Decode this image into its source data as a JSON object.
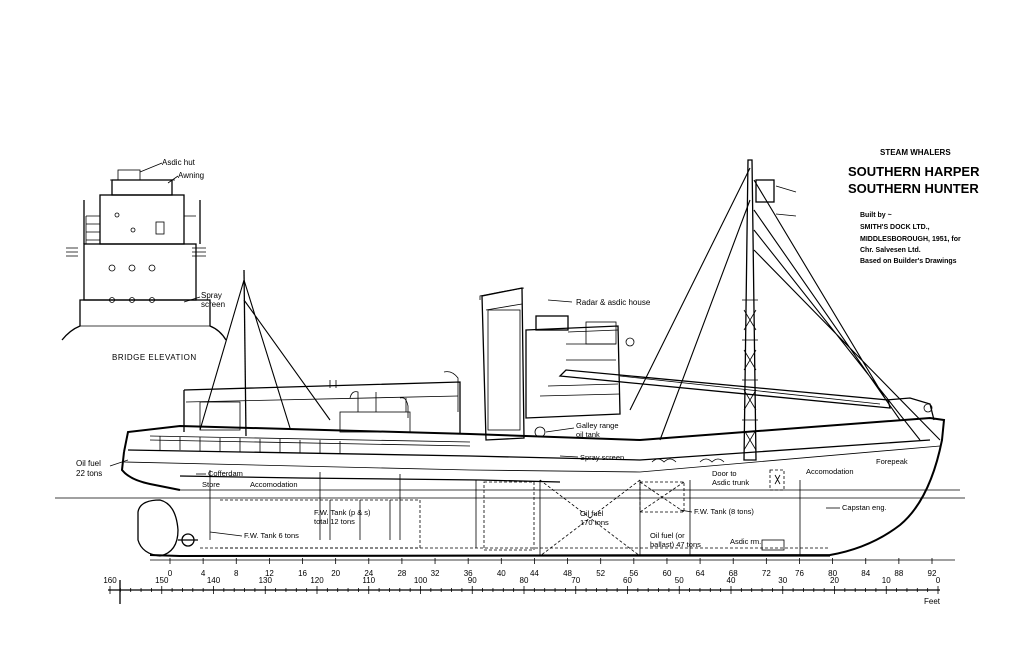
{
  "title_block": {
    "type": "STEAM WHALERS",
    "name_1": "SOUTHERN HARPER",
    "name_2": "SOUTHERN HUNTER",
    "builder_lines": [
      "Built by ~",
      "SMITH'S DOCK LTD.,",
      "MIDDLESBOROUGH, 1951, for",
      "Chr. Salvesen Ltd.",
      "Based on Builder's Drawings"
    ]
  },
  "bridge_elevation": {
    "caption": "BRIDGE ELEVATION",
    "labels": {
      "asdic_hut": "Asdic hut",
      "awning": "Awning",
      "spray_screen": "Spray\nscreen"
    }
  },
  "profile_labels": {
    "radar": "Radar & asdic house",
    "galley": "Galley range\noil tank",
    "spray_screen": "Spray screen",
    "oil_fuel_aft": "Oil fuel\n22 tons",
    "cofferdam": "Cofferdam",
    "store": "Store",
    "accom_aft": "Accomodation",
    "fw_tank_ps": "F.W. Tank (p & s)\ntotal 12 tons",
    "fw_tank_6": "F.W. Tank 6 tons",
    "oil_fuel_mid": "Oil fuel\n170 tons",
    "fw_tank_8": "F.W. Tank (8 tons)",
    "oil_fuel_ballast": "Oil fuel (or\nballast) 47 tons",
    "door": "Door to\nAsdic trunk",
    "accom_fwd": "Accomodation",
    "forepeak": "Forepeak",
    "capstan": "Capstan eng.",
    "asdic_rm": "Asdic rm."
  },
  "frame_scale": [
    "0",
    "4",
    "8",
    "12",
    "16",
    "20",
    "24",
    "28",
    "32",
    "36",
    "40",
    "44",
    "48",
    "52",
    "56",
    "60",
    "64",
    "68",
    "72",
    "76",
    "80",
    "84",
    "88",
    "92"
  ],
  "feet_scale": {
    "major": [
      "160",
      "150",
      "140",
      "130",
      "120",
      "110",
      "100",
      "90",
      "80",
      "70",
      "60",
      "50",
      "40",
      "30",
      "20",
      "10",
      "0"
    ],
    "unit": "Feet"
  }
}
